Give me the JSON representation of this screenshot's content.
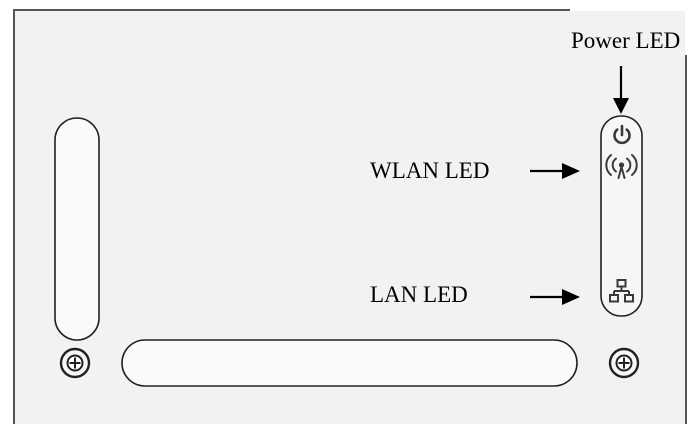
{
  "diagram": {
    "labels": {
      "power_led": "Power LED",
      "wlan_led": "WLAN LED",
      "lan_led": "LAN LED"
    },
    "icons": [
      "power-icon",
      "wireless-signal-icon",
      "network-lan-icon",
      "screw-icon"
    ],
    "colors": {
      "panel_fill": "#f2f2f2",
      "panel_border": "#555555",
      "outline": "#222222",
      "arrow": "#000000",
      "led_icon": "#3a3a3a"
    }
  }
}
